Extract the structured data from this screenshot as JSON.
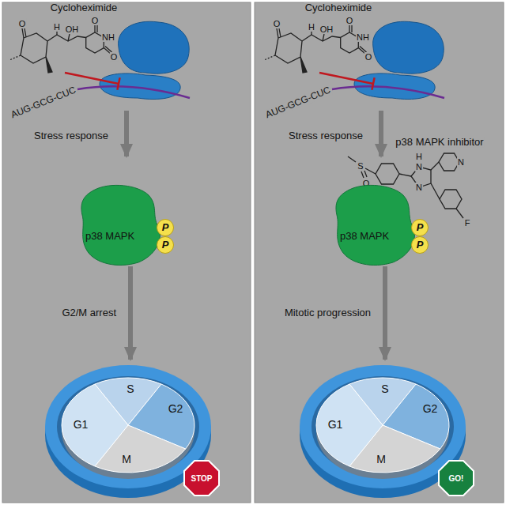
{
  "diagram": {
    "nodes": [
      {
        "text": [
          "p38 MAPK"
        ]
      },
      {
        "text": [
          "P"
        ],
        "in": 0
      },
      {
        "text": [
          "P"
        ],
        "in": 0
      },
      {
        "text": [
          "G1"
        ]
      },
      {
        "text": [
          "S"
        ]
      },
      {
        "text": [
          "G2"
        ]
      },
      {
        "text": [
          "M"
        ]
      },
      {
        "text": [
          "STOP"
        ]
      },
      {
        "text": [
          "p38 MAPK"
        ]
      },
      {
        "text": [
          "P"
        ],
        "in": 8
      },
      {
        "text": [
          "P"
        ],
        "in": 8
      },
      {
        "text": [
          "G1"
        ]
      },
      {
        "text": [
          "S"
        ]
      },
      {
        "text": [
          "G2"
        ]
      },
      {
        "text": [
          "M"
        ]
      },
      {
        "text": [
          "GO!"
        ]
      }
    ],
    "edges": [
      {
        "from": 0,
        "to": 4,
        "label": "G2/M arrest",
        "arrow": "to"
      },
      {
        "from": 8,
        "to": 12,
        "label": "Mitotic progression",
        "arrow": "to"
      }
    ],
    "labels": [
      "Cycloheximide",
      "O",
      "H",
      "OH",
      "O",
      "NH",
      "O",
      "AUG-GCG-CUC",
      "Stress response",
      "Cycloheximide",
      "O",
      "H",
      "OH",
      "O",
      "NH",
      "O",
      "AUG-GCG-CUC",
      "Stress response",
      "p38 MAPK inhibitor",
      "S",
      "O",
      "H",
      "N",
      "N",
      "N",
      "F"
    ]
  }
}
